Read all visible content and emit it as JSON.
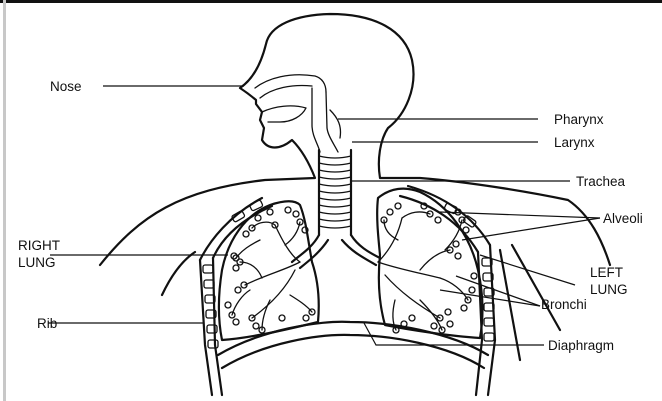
{
  "labels": {
    "nose": "Nose",
    "pharynx": "Pharynx",
    "larynx": "Larynx",
    "trachea": "Trachea",
    "alveoli": "Alveoli",
    "right_lung_line1": "RIGHT",
    "right_lung_line2": "LUNG",
    "left_lung_line1": "LEFT",
    "left_lung_line2": "LUNG",
    "bronchi": "Bronchi",
    "rib": "Rib",
    "diaphragm": "Diaphragm"
  }
}
